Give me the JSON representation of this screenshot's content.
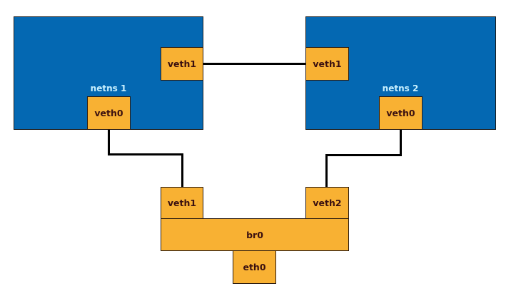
{
  "namespaces": [
    {
      "label": "netns 1",
      "interfaces": {
        "peer": "veth1",
        "bridge_side": "veth0"
      }
    },
    {
      "label": "netns 2",
      "interfaces": {
        "peer": "veth1",
        "bridge_side": "veth0"
      }
    }
  ],
  "bridge": {
    "label": "br0",
    "ports": [
      "veth1",
      "veth2"
    ],
    "uplink": "eth0"
  },
  "colors": {
    "namespace_fill": "#0468b2",
    "interface_fill": "#f8b133",
    "interface_text": "#3a1010",
    "namespace_label": "#c8f0ff",
    "wire": "#000000"
  }
}
